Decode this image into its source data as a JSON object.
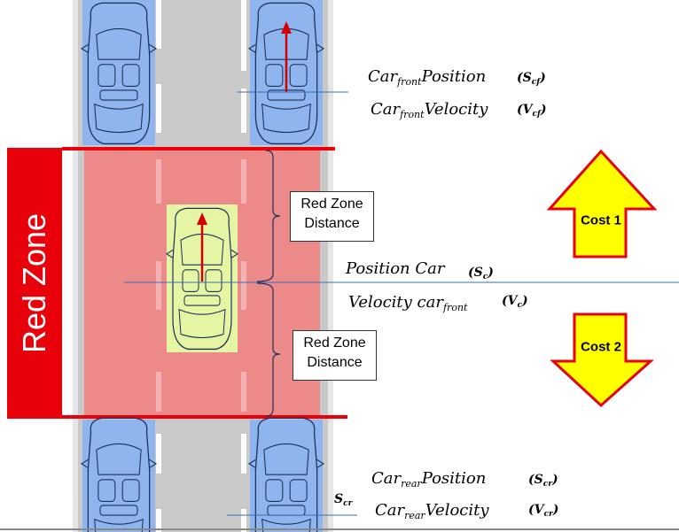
{
  "red_zone": {
    "label": "Red Zone",
    "distance_label_top": [
      "Red Zone",
      "Distance"
    ],
    "distance_label_bottom": [
      "Red Zone",
      "Distance"
    ]
  },
  "front": {
    "position_base": "Car",
    "position_sub": "front",
    "position_word": "Position",
    "position_symbol": "S",
    "position_symbol_sub": "cf",
    "velocity_base": "Car",
    "velocity_sub": "front",
    "velocity_word": "Velocity",
    "velocity_symbol": "V",
    "velocity_symbol_sub": "cf"
  },
  "center": {
    "position_text": "Position Car",
    "position_symbol": "S",
    "position_symbol_sub": "c",
    "velocity_text": "Velocity car",
    "velocity_sub": "front",
    "velocity_symbol": "V",
    "velocity_symbol_sub": "c"
  },
  "rear": {
    "position_base": "Car",
    "position_sub": "rear",
    "position_word": "Position",
    "position_symbol": "S",
    "position_symbol_sub": "cr",
    "velocity_base": "Car",
    "velocity_sub": "rear",
    "velocity_word": "Velocity",
    "velocity_symbol": "V",
    "velocity_symbol_sub": "cr",
    "side_symbol": "S",
    "side_symbol_sub": "cr"
  },
  "costs": {
    "cost_up": "Cost 1",
    "cost_down": "Cost 2"
  },
  "colors": {
    "road": "#c9c9c9",
    "lane_marker": "#ffffff",
    "red_zone_fill": "#ec8a8a",
    "red_zone_line": "#e8000b",
    "car_highlight_blue": "#8fb5ee",
    "car_highlight_green": "#e6f5a4",
    "arrow_red": "#d40000",
    "cost_fill": "#ffff00",
    "cost_stroke": "#e8000b",
    "guide_line": "#3a6db5"
  }
}
